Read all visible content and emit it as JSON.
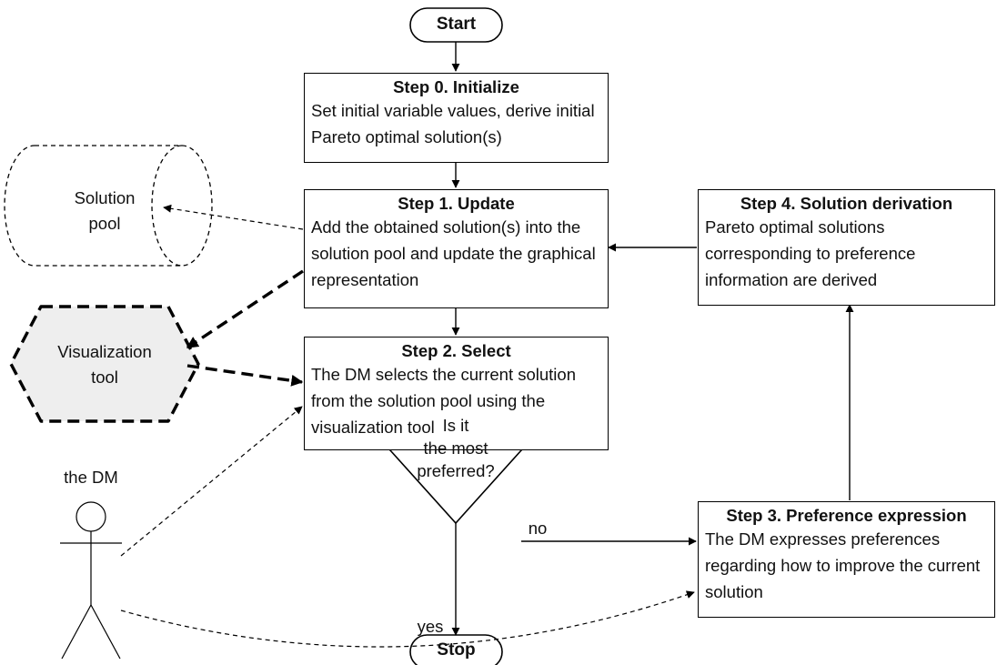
{
  "start": "Start",
  "stop": "Stop",
  "steps": [
    {
      "title": "Step 0. Initialize",
      "body": "Set initial variable values, derive initial Pareto optimal solution(s)"
    },
    {
      "title": "Step 1. Update",
      "body": "Add the obtained solution(s) into the solution pool and update the graphical representation"
    },
    {
      "title": "Step 2. Select",
      "body": "The DM selects the current solution from the solution pool using the visualization tool"
    },
    {
      "title": "Step 3. Preference expression",
      "body": "The DM expresses preferences regarding how to improve the current solution"
    },
    {
      "title": "Step 4. Solution derivation",
      "body": "Pareto optimal solutions corresponding to preference information are derived"
    }
  ],
  "decision": {
    "line1": "Is it",
    "line2": "the most",
    "line3": "preferred?"
  },
  "edge_labels": {
    "no": "no",
    "yes": "yes"
  },
  "solution_pool": {
    "line1": "Solution",
    "line2": "pool"
  },
  "visualization_tool": {
    "line1": "Visualization",
    "line2": "tool"
  },
  "actor": "the DM"
}
